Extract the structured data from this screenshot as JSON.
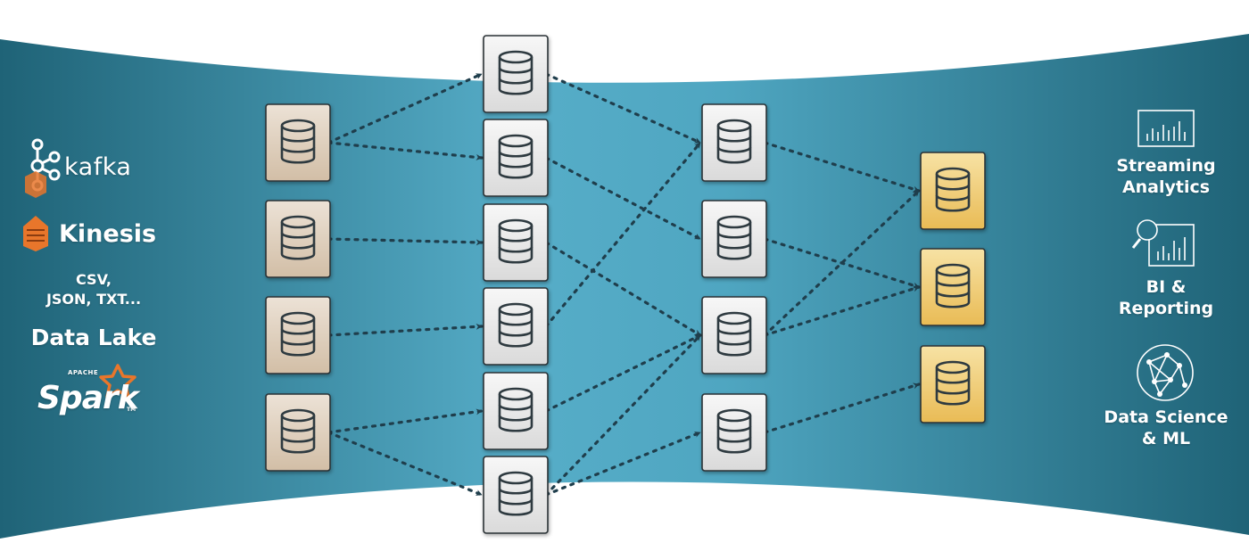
{
  "colors": {
    "band_dark": "#1f6377",
    "band_light": "#56adc8",
    "stage1_node": "#d9c8b3",
    "stage2_node": "#e6e6e6",
    "stage3_node": "#e9e9e9",
    "stage4_node": "#f0c766",
    "arrow": "#1f3e4c",
    "text": "#ffffff",
    "kafka_icon": "#ffffff",
    "kinesis_icon": "#e8762b",
    "spark_star": "#e8762b"
  },
  "sources": {
    "kafka": {
      "label": "kafka",
      "icon": "kafka-logo-icon"
    },
    "kinesis": {
      "label": "Kinesis",
      "icon": "kinesis-logo-icon"
    },
    "files": {
      "line1": "CSV,",
      "line2": "JSON, TXT..."
    },
    "data_lake": {
      "label": "Data Lake"
    },
    "spark": {
      "apache": "APACHE",
      "label": "Spark",
      "icon": "spark-star-icon",
      "tm": "TM"
    }
  },
  "outputs": {
    "streaming": {
      "line1": "Streaming",
      "line2": "Analytics",
      "icon": "bar-chart-icon"
    },
    "bi": {
      "line1": "BI &",
      "line2": "Reporting",
      "icon": "magnifier-chart-icon"
    },
    "ds": {
      "line1": "Data Science",
      "line2": "& ML",
      "icon": "network-graph-icon"
    }
  },
  "nodes": {
    "stage1": [
      "node-1-1",
      "node-1-2",
      "node-1-3",
      "node-1-4"
    ],
    "stage2": [
      "node-2-1",
      "node-2-2",
      "node-2-3",
      "node-2-4",
      "node-2-5",
      "node-2-6"
    ],
    "stage3": [
      "node-3-1",
      "node-3-2",
      "node-3-3",
      "node-3-4"
    ],
    "stage4": [
      "node-4-1",
      "node-4-2",
      "node-4-3"
    ]
  },
  "edges": [
    [
      "node-1-1",
      "node-2-1"
    ],
    [
      "node-1-1",
      "node-2-2"
    ],
    [
      "node-1-2",
      "node-2-3"
    ],
    [
      "node-1-3",
      "node-2-4"
    ],
    [
      "node-1-4",
      "node-2-5"
    ],
    [
      "node-1-4",
      "node-2-6"
    ],
    [
      "node-2-1",
      "node-3-1"
    ],
    [
      "node-2-2",
      "node-3-2"
    ],
    [
      "node-2-3",
      "node-3-3"
    ],
    [
      "node-2-4",
      "node-3-1"
    ],
    [
      "node-2-5",
      "node-3-3"
    ],
    [
      "node-2-6",
      "node-3-3"
    ],
    [
      "node-2-6",
      "node-3-4"
    ],
    [
      "node-3-1",
      "node-4-1"
    ],
    [
      "node-3-2",
      "node-4-2"
    ],
    [
      "node-3-3",
      "node-4-1"
    ],
    [
      "node-3-3",
      "node-4-2"
    ],
    [
      "node-3-4",
      "node-4-3"
    ]
  ]
}
